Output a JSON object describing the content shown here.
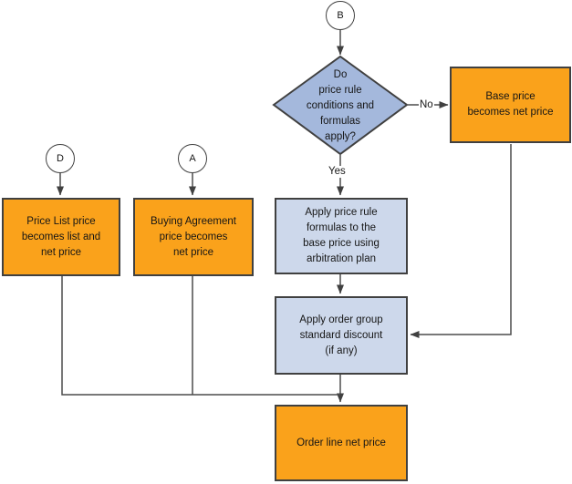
{
  "colors": {
    "canvas_bg": "#ffffff",
    "process_fill": "#faa21b",
    "decision_fill": "#a4b8dc",
    "step_fill": "#cdd8eb",
    "node_border": "#404040",
    "connector": "#4c4c4c",
    "text": "#161616"
  },
  "nodes": {
    "connector_b": {
      "label": "B"
    },
    "connector_d": {
      "label": "D"
    },
    "connector_a": {
      "label": "A"
    },
    "decision_price_rule": {
      "text": "Do\nprice rule\nconditions and\nformulas\napply?"
    },
    "base_price": {
      "text": "Base price\nbecomes net price"
    },
    "price_list": {
      "text": "Price List price\nbecomes list and\nnet price"
    },
    "buying_agreement": {
      "text": "Buying Agreement\nprice becomes\nnet price"
    },
    "apply_price_rule": {
      "text": "Apply price rule\nformulas to the\nbase price using\narbitration plan"
    },
    "apply_order_group": {
      "text": "Apply order group\nstandard discount\n(if any)"
    },
    "order_line_net_price": {
      "text": "Order line net price"
    }
  },
  "edges": {
    "no_label": "No",
    "yes_label": "Yes"
  }
}
